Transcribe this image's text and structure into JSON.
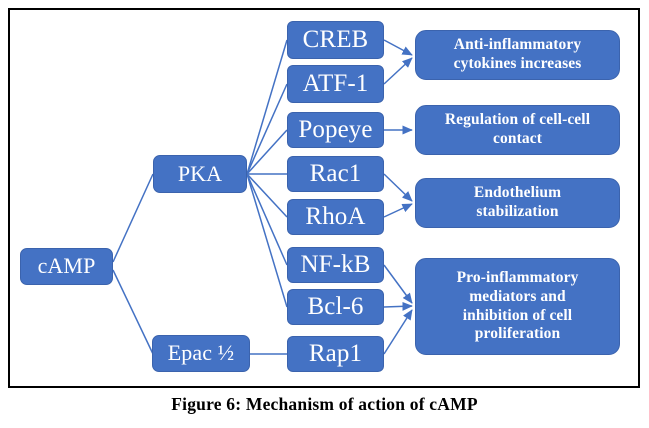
{
  "figure": {
    "caption": "Figure 6: Mechanism of action of cAMP",
    "accent_color": "#4472C4",
    "edge_color": "#4472C4",
    "text_color": "#FFFFFF",
    "frame_color": "#000000",
    "background": "#FFFFFF"
  },
  "nodes": {
    "source": {
      "id": "cAMP",
      "label": "cAMP"
    },
    "effectors": [
      {
        "id": "PKA",
        "label": "PKA"
      },
      {
        "id": "EPAC",
        "label": "Epac ½"
      }
    ],
    "targets": [
      {
        "id": "CREB",
        "label": "CREB"
      },
      {
        "id": "ATF1",
        "label": "ATF-1"
      },
      {
        "id": "POPEYE",
        "label": "Popeye"
      },
      {
        "id": "RAC1",
        "label": "Rac1"
      },
      {
        "id": "RHOA",
        "label": "RhoA"
      },
      {
        "id": "NFKB",
        "label": "NF-kB"
      },
      {
        "id": "BCL6",
        "label": "Bcl-6"
      },
      {
        "id": "RAP1",
        "label": "Rap1"
      }
    ],
    "outcomes": [
      {
        "id": "ANTIINFL",
        "lines": [
          "Anti-inflammatory",
          "cytokines increases"
        ]
      },
      {
        "id": "CELLCELL",
        "lines": [
          "Regulation of cell-cell",
          "contact"
        ]
      },
      {
        "id": "ENDOSTAB",
        "lines": [
          "Endothelium",
          "stabilization"
        ]
      },
      {
        "id": "PROINFL",
        "lines": [
          "Pro-inflammatory",
          "mediators and",
          "inhibition of cell",
          "proliferation"
        ]
      }
    ]
  },
  "edges": [
    {
      "from": "cAMP",
      "to": "PKA",
      "arrow": false
    },
    {
      "from": "cAMP",
      "to": "Epac ½",
      "arrow": false
    },
    {
      "from": "PKA",
      "to": "CREB",
      "arrow": false
    },
    {
      "from": "PKA",
      "to": "ATF-1",
      "arrow": false
    },
    {
      "from": "PKA",
      "to": "Popeye",
      "arrow": false
    },
    {
      "from": "PKA",
      "to": "Rac1",
      "arrow": false
    },
    {
      "from": "PKA",
      "to": "RhoA",
      "arrow": false
    },
    {
      "from": "PKA",
      "to": "NF-kB",
      "arrow": false
    },
    {
      "from": "PKA",
      "to": "Bcl-6",
      "arrow": false
    },
    {
      "from": "Epac ½",
      "to": "Rap1",
      "arrow": false
    },
    {
      "from": "CREB",
      "to": "Anti-inflammatory cytokines increases",
      "arrow": true
    },
    {
      "from": "ATF-1",
      "to": "Anti-inflammatory cytokines increases",
      "arrow": true
    },
    {
      "from": "Popeye",
      "to": "Regulation of cell-cell contact",
      "arrow": true
    },
    {
      "from": "Rac1",
      "to": "Endothelium stabilization",
      "arrow": true
    },
    {
      "from": "RhoA",
      "to": "Endothelium stabilization",
      "arrow": true
    },
    {
      "from": "NF-kB",
      "to": "Pro-inflammatory mediators and inhibition of cell proliferation",
      "arrow": true
    },
    {
      "from": "Bcl-6",
      "to": "Pro-inflammatory mediators and inhibition of cell proliferation",
      "arrow": true
    },
    {
      "from": "Rap1",
      "to": "Pro-inflammatory mediators and inhibition of cell proliferation",
      "arrow": true
    }
  ]
}
